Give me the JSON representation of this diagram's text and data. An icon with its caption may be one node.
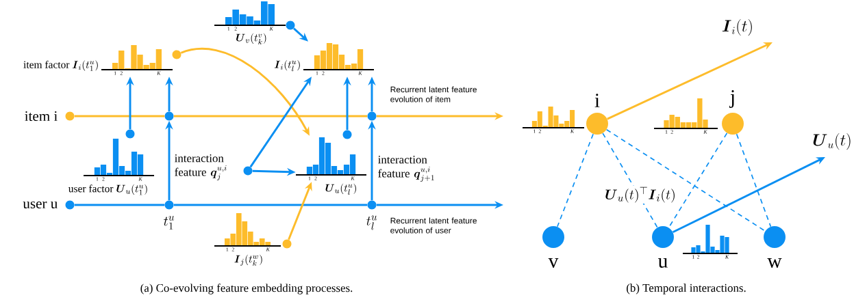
{
  "diagram": {
    "nodes": [
      {
        "text": [
          "item i"
        ]
      },
      {
        "text": [
          "user u"
        ]
      },
      {
        "text": [
          "1",
          "2",
          "K"
        ],
        "beside": [
          "item factor",
          "\\boldsymbol{I}_i(t_1^u)"
        ]
      },
      {
        "text": [
          "1",
          "2",
          "K"
        ],
        "beside": [
          "\\boldsymbol{U}_v(t_k^v)"
        ]
      },
      {
        "text": [
          "1",
          "2",
          "K"
        ],
        "beside": [
          "user factor",
          "\\boldsymbol{U}_u(t_1^u)"
        ]
      },
      {
        "text": [
          "1",
          "2",
          "K"
        ],
        "beside": [
          "\\boldsymbol{I}_i(t_l^u)"
        ]
      },
      {
        "text": [
          "1",
          "2",
          "K"
        ],
        "beside": [
          "\\boldsymbol{U}_u(t_l^u)"
        ]
      },
      {
        "text": [
          "1",
          "2",
          "K"
        ],
        "beside": [
          "\\boldsymbol{I}_j(t_k^w)"
        ]
      },
      {
        "text": [
          "interaction feature",
          "\\boldsymbol{q}_j^{u,i}"
        ]
      },
      {
        "text": [
          "interaction feature",
          "\\boldsymbol{q}_{j+1}^{u,i}"
        ]
      },
      {
        "text": [],
        "shape": "circle"
      },
      {
        "text": [],
        "shape": "circle"
      },
      {
        "text": [],
        "shape": "circle"
      },
      {
        "text": [],
        "shape": "circle"
      },
      {
        "text": [],
        "shape": "circle"
      },
      {
        "text": [
          "1",
          "2",
          "K"
        ]
      },
      {
        "text": [
          "i"
        ]
      },
      {
        "text": [
          "1",
          "2",
          "K"
        ]
      },
      {
        "text": [
          "j"
        ]
      },
      {
        "text": [
          "v"
        ]
      },
      {
        "text": [
          "u"
        ]
      },
      {
        "text": [
          "w"
        ]
      },
      {
        "text": [
          "1",
          "2",
          "K"
        ]
      },
      {
        "text": [],
        "shape": "circle"
      },
      {
        "text": [],
        "shape": "circle"
      },
      {
        "text": [],
        "shape": "circle"
      },
      {
        "text": [],
        "shape": "circle"
      },
      {
        "text": [],
        "shape": "circle"
      }
    ],
    "edges": [
      {
        "from": 0,
        "to": 12,
        "arrow": "none",
        "color": "#fdbc2b"
      },
      {
        "from": 12,
        "to": 14,
        "arrow": "none",
        "color": "#fdbc2b"
      },
      {
        "from": 14,
        "to": null,
        "arrow": "to",
        "color": "#fdbc2b"
      },
      {
        "from": 1,
        "to": 11,
        "arrow": "none"
      },
      {
        "from": 11,
        "to": 13,
        "arrow": "none"
      },
      {
        "from": 13,
        "to": null,
        "arrow": "to"
      },
      {
        "from": 11,
        "to": 12,
        "arrow": "to"
      },
      {
        "from": 12,
        "to": 2,
        "arrow": "to"
      },
      {
        "from": 13,
        "to": 14,
        "arrow": "to"
      },
      {
        "from": 14,
        "to": 5,
        "arrow": "to"
      },
      {
        "from": 23,
        "to": 2,
        "arrow": "to"
      },
      {
        "from": 24,
        "to": 5,
        "arrow": "to"
      },
      {
        "from": 25,
        "to": 6,
        "arrow": "to",
        "color": "#fdbc2b"
      },
      {
        "from": 26,
        "to": 5,
        "arrow": "to"
      },
      {
        "from": 10,
        "to": 5,
        "arrow": "to"
      },
      {
        "from": 10,
        "to": 6,
        "arrow": "to"
      },
      {
        "from": 27,
        "to": 6,
        "arrow": "to",
        "color": "#fdbc2b"
      },
      {
        "from": 16,
        "to": null,
        "arrow": "to",
        "color": "#fdbc2b",
        "label": "\\boldsymbol{I}_i(t)"
      },
      {
        "from": 20,
        "to": null,
        "arrow": "to",
        "label": "\\boldsymbol{U}_u(t)"
      },
      {
        "from": 16,
        "to": 19,
        "arrow": "none",
        "style": "dashed"
      },
      {
        "from": 16,
        "to": 20,
        "arrow": "none",
        "style": "dashed"
      },
      {
        "from": 16,
        "to": 21,
        "arrow": "none",
        "style": "dashed"
      },
      {
        "from": 18,
        "to": 20,
        "arrow": "none",
        "style": "dashed"
      },
      {
        "from": 18,
        "to": 21,
        "arrow": "none",
        "style": "dashed"
      }
    ],
    "labels": [
      "t_1^u",
      "t_l^u",
      "Recurrent latent feature evolution of item",
      "Recurrent latent feature evolution of user",
      "\\boldsymbol{U}_u(t)^\\top\\boldsymbol{I}_i(t)",
      "(a) Co-evolving feature embedding processes.",
      "(b) Temporal interactions."
    ]
  }
}
